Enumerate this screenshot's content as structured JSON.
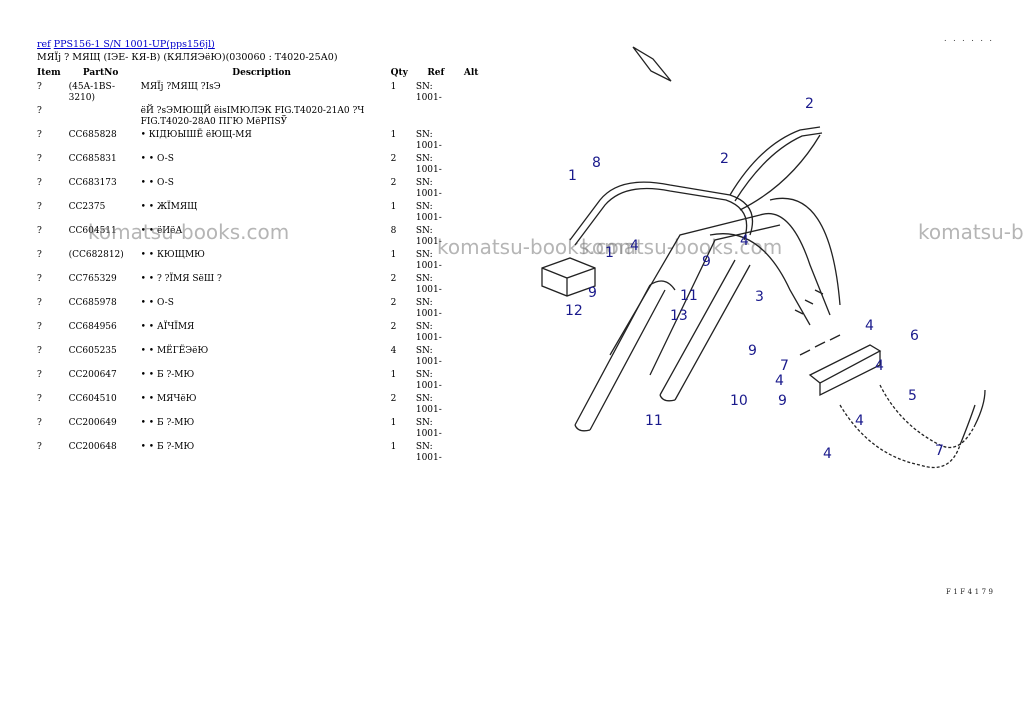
{
  "header": {
    "ref_prefix": "ref",
    "ref_link": "PPS156-1 S/N 1001-UP(pps156jl)",
    "subtitle": "МЯЇj ? МЯЩ (ІЭЕ- КЯ-В) (КЯЛЯЭёЮ)(030060 : Т4020-25А0)"
  },
  "table": {
    "columns": [
      "Item",
      "PartNo",
      "Description",
      "Qty",
      "Ref",
      "Alt"
    ],
    "rows": [
      {
        "item": "?",
        "part": "(45A-1BS-3210)",
        "desc": "МЯЇj ?МЯЩ ?ІsЭ",
        "qty": "1",
        "ref": "SN: 1001-"
      },
      {
        "item": "?",
        "part": "",
        "desc": "ёЙ ?sЭМЮЩЙ ёisІМЮЛЭК FIG.T4020-21A0 ?Ч FIG.T4020-28A0 ПГЮ МёРПSЎ",
        "qty": "",
        "ref": ""
      },
      {
        "item": "?",
        "part": "CC685828",
        "desc": "• КІДЮЫШЁ ёЮЩ-МЯ",
        "qty": "1",
        "ref": "SN: 1001-"
      },
      {
        "item": "?",
        "part": "CC685831",
        "desc": "• • O-S",
        "qty": "2",
        "ref": "SN: 1001-"
      },
      {
        "item": "?",
        "part": "CC683173",
        "desc": "• • O-S",
        "qty": "2",
        "ref": "SN: 1001-"
      },
      {
        "item": "?",
        "part": "CC2375",
        "desc": "• • ЖЇМЯЩ",
        "qty": "1",
        "ref": "SN: 1001-"
      },
      {
        "item": "?",
        "part": "CC604511",
        "desc": "• • ёИёА",
        "qty": "8",
        "ref": "SN: 1001-"
      },
      {
        "item": "?",
        "part": "(CC682812)",
        "desc": "• • КЮЩМЮ",
        "qty": "1",
        "ref": "SN: 1001-"
      },
      {
        "item": "?",
        "part": "CC765329",
        "desc": "• • ? ?ЇМЯ SёШ ?",
        "qty": "2",
        "ref": "SN: 1001-"
      },
      {
        "item": "?",
        "part": "CC685978",
        "desc": "• • O-S",
        "qty": "2",
        "ref": "SN: 1001-"
      },
      {
        "item": "?",
        "part": "CC684956",
        "desc": "• • АЇЧЇМЯ",
        "qty": "2",
        "ref": "SN: 1001-"
      },
      {
        "item": "?",
        "part": "CC605235",
        "desc": "• • МЁГЁЭёЮ",
        "qty": "4",
        "ref": "SN: 1001-"
      },
      {
        "item": "?",
        "part": "CC200647",
        "desc": "• • Б ?-МЮ",
        "qty": "1",
        "ref": "SN: 1001-"
      },
      {
        "item": "?",
        "part": "CC604510",
        "desc": "• • МЯЧёЮ",
        "qty": "2",
        "ref": "SN: 1001-"
      },
      {
        "item": "?",
        "part": "CC200649",
        "desc": "• • Б ?-МЮ",
        "qty": "1",
        "ref": "SN: 1001-"
      },
      {
        "item": "?",
        "part": "CC200648",
        "desc": "• • Б ?-МЮ",
        "qty": "1",
        "ref": "SN: 1001-"
      }
    ]
  },
  "watermark": "komatsu-books.com",
  "dots": ". . . . . .",
  "figure_code": "F1F4179",
  "diagram_labels": [
    "1",
    "2",
    "2",
    "8",
    "1",
    "4",
    "9",
    "4",
    "11",
    "3",
    "9",
    "12",
    "13",
    "4",
    "6",
    "9",
    "4",
    "4",
    "7",
    "5",
    "9",
    "10",
    "4",
    "11",
    "7",
    "4"
  ],
  "colors": {
    "link": "#0000cc",
    "label": "#1a1a8c",
    "watermark": "#888888"
  }
}
